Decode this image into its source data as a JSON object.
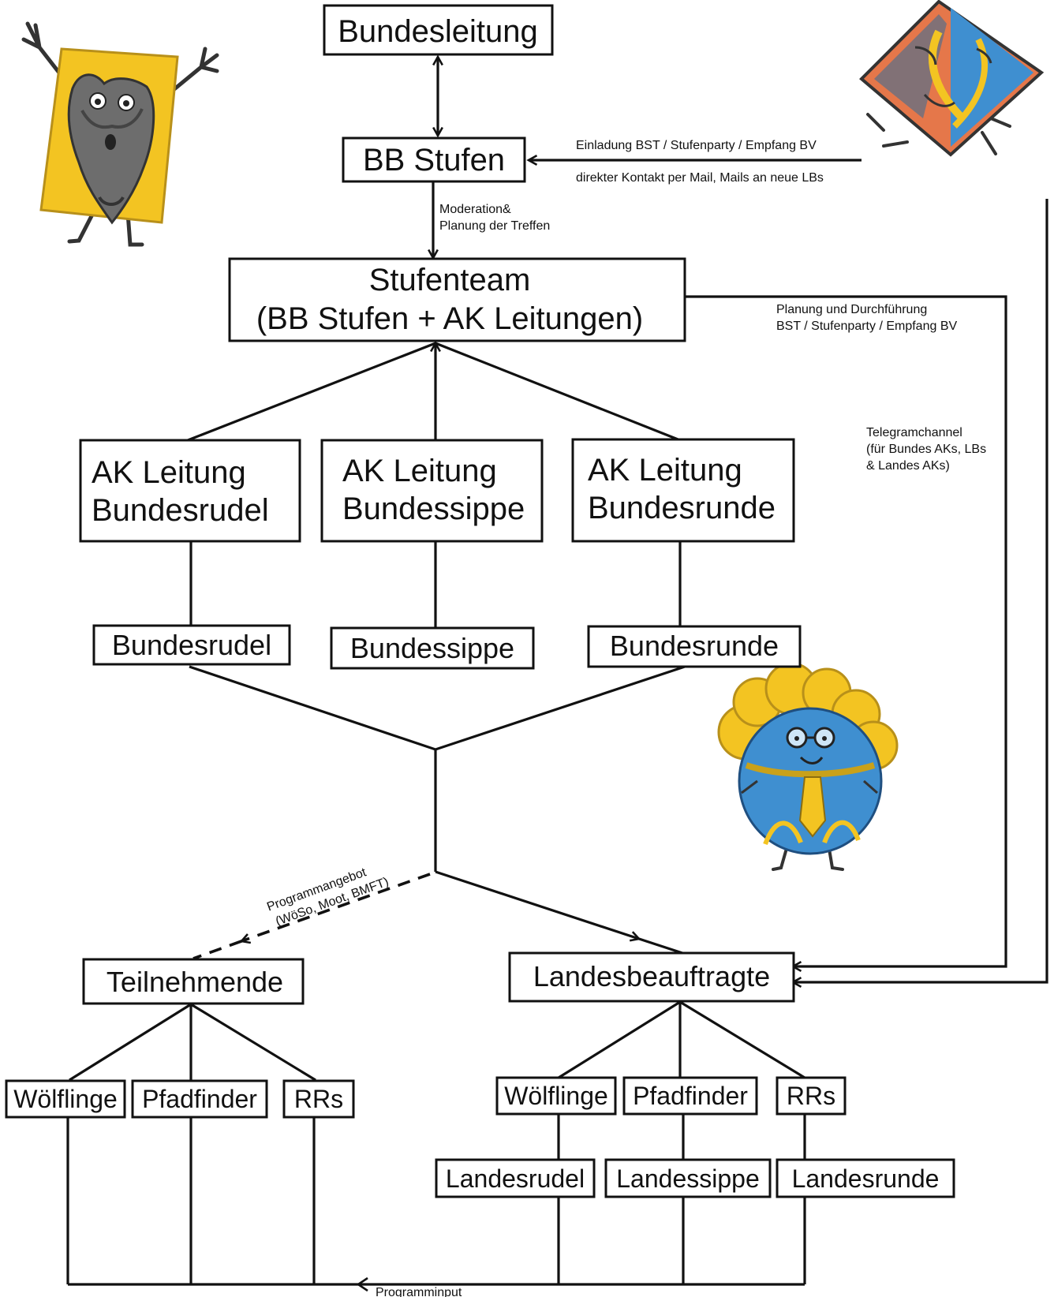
{
  "nodes": {
    "bundesleitung": "Bundesleitung",
    "bb_stufen": "BB Stufen",
    "stufenteam_line1": "Stufenteam",
    "stufenteam_line2": "(BB Stufen + AK Leitungen)",
    "ak_rudel_line1": "AK Leitung",
    "ak_rudel_line2": "Bundesrudel",
    "ak_sippe_line1": "AK Leitung",
    "ak_sippe_line2": "Bundessippe",
    "ak_runde_line1": "AK Leitung",
    "ak_runde_line2": "Bundesrunde",
    "bundesrudel": "Bundesrudel",
    "bundessippe": "Bundessippe",
    "bundesrunde": "Bundesrunde",
    "teilnehmende": "Teilnehmende",
    "landesbeauftragte": "Landesbeauftragte",
    "t_woelflinge": "Wölflinge",
    "t_pfadfinder": "Pfadfinder",
    "t_rrs": "RRs",
    "l_woelflinge": "Wölflinge",
    "l_pfadfinder": "Pfadfinder",
    "l_rrs": "RRs",
    "landesrudel": "Landesrudel",
    "landessippe": "Landessippe",
    "landesrunde": "Landesrunde"
  },
  "annotations": {
    "einladung": "Einladung BST / Stufenparty / Empfang BV",
    "kontakt": "direkter Kontakt per Mail, Mails an neue LBs",
    "moderation_line1": "Moderation&",
    "moderation_line2": "Planung der Treffen",
    "planung_line1": "Planung und Durchführung",
    "planung_line2": "BST / Stufenparty / Empfang BV",
    "telegram_line1": "Telegramchannel",
    "telegram_line2": "(für Bundes AKs, LBs",
    "telegram_line3": "& Landes AKs)",
    "programmangebot_line1": "Programmangebot",
    "programmangebot_line2": "(WöSo, Moot, BMFT)",
    "programminput": "Programminput"
  },
  "mascots": {
    "left": "wolf-mascot-icon",
    "right": "diamond-face-mascot-icon",
    "middle": "blue-round-mascot-icon"
  },
  "colors": {
    "line": "#111111",
    "mascot_yellow": "#f3c422",
    "mascot_blue": "#3f8fd0",
    "mascot_orange": "#e5774a"
  }
}
